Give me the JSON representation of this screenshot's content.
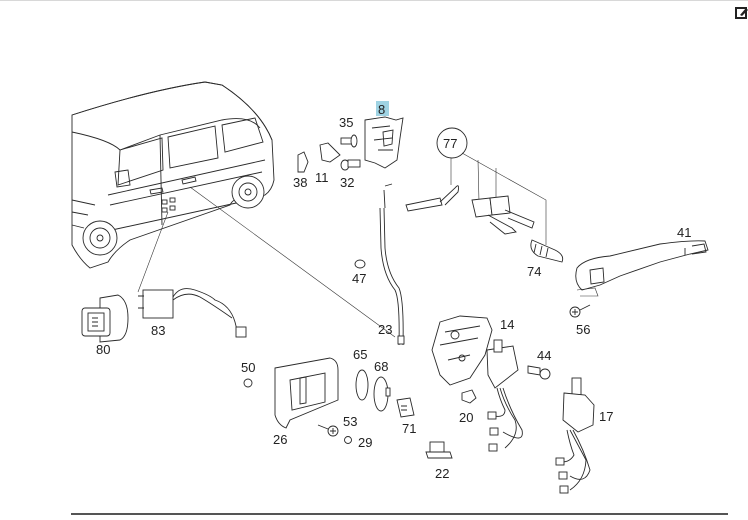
{
  "toolbar": {
    "edit_icon": "edit-square-icon"
  },
  "diagram": {
    "title": "Sliding door lock assembly exploded view",
    "highlight_color": "#9fd3e3",
    "highlighted_part": "8",
    "callout_circle": "77",
    "labels": {
      "p8": "8",
      "p35": "35",
      "p38": "38",
      "p11": "11",
      "p32": "32",
      "p77": "77",
      "p41": "41",
      "p74": "74",
      "p47": "47",
      "p56": "56",
      "p80": "80",
      "p83": "83",
      "p23": "23",
      "p14": "14",
      "p44": "44",
      "p50": "50",
      "p65": "65",
      "p68": "68",
      "p53": "53",
      "p26": "26",
      "p29": "29",
      "p71": "71",
      "p20": "20",
      "p17": "17",
      "p22": "22"
    }
  }
}
